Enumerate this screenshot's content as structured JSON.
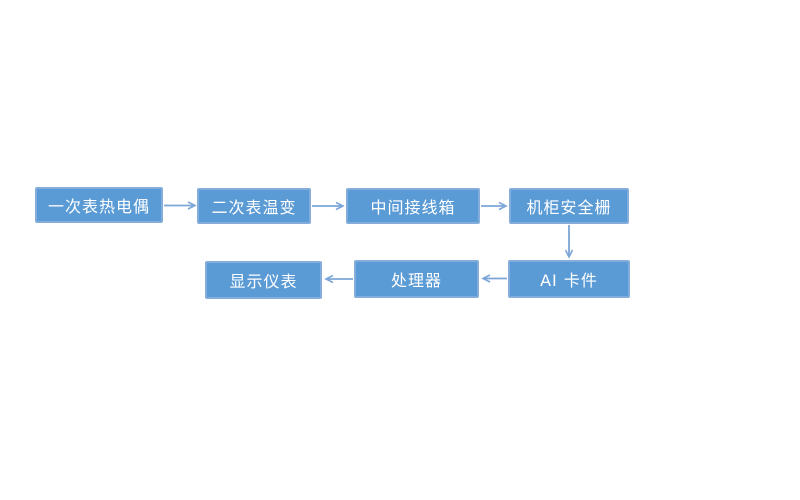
{
  "diagram": {
    "type": "flowchart",
    "background": "#ffffff",
    "colors": {
      "node_fill": "#5b9bd5",
      "node_border": "#85addb",
      "node_text": "#ffffff",
      "arrow": "#7ca6d8"
    },
    "nodes": [
      {
        "id": "primary-thermocouple",
        "label": "一次表热电偶"
      },
      {
        "id": "secondary-temp-transmitter",
        "label": "二次表温变"
      },
      {
        "id": "intermediate-junction-box",
        "label": "中间接线箱"
      },
      {
        "id": "cabinet-safety-barrier",
        "label": "机柜安全栅"
      },
      {
        "id": "ai-card",
        "label": "AI 卡件"
      },
      {
        "id": "processor",
        "label": "处理器"
      },
      {
        "id": "display-instrument",
        "label": "显示仪表"
      }
    ],
    "connections": [
      {
        "from": "primary-thermocouple",
        "to": "secondary-temp-transmitter",
        "direction": "right"
      },
      {
        "from": "secondary-temp-transmitter",
        "to": "intermediate-junction-box",
        "direction": "right"
      },
      {
        "from": "intermediate-junction-box",
        "to": "cabinet-safety-barrier",
        "direction": "right"
      },
      {
        "from": "cabinet-safety-barrier",
        "to": "ai-card",
        "direction": "down"
      },
      {
        "from": "ai-card",
        "to": "processor",
        "direction": "left"
      },
      {
        "from": "processor",
        "to": "display-instrument",
        "direction": "left"
      }
    ]
  }
}
